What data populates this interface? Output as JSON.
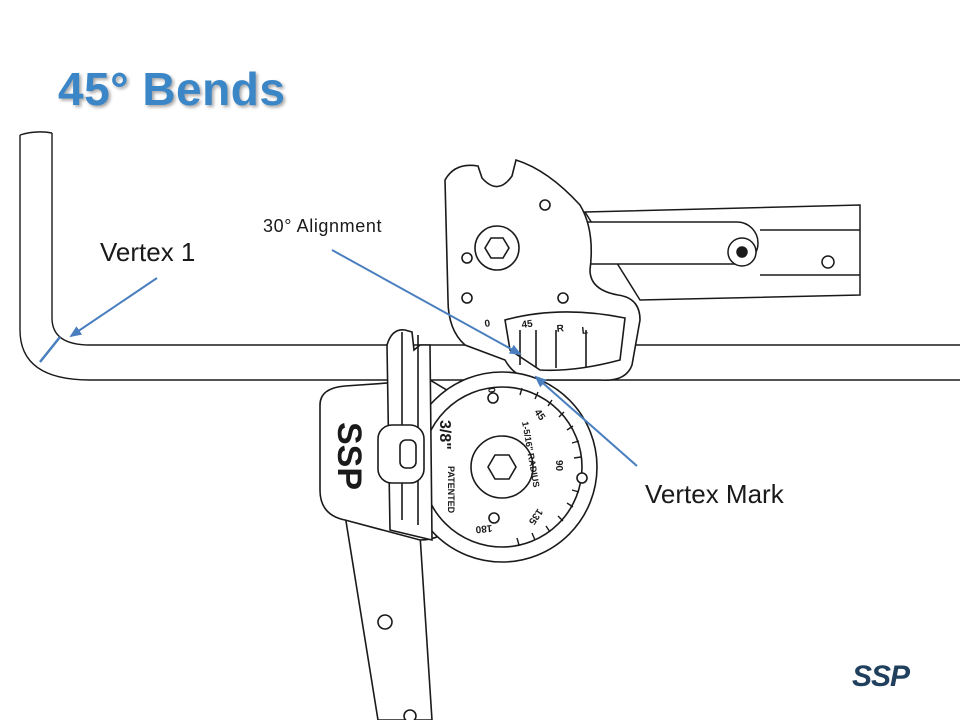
{
  "slide": {
    "title": "45° Bends",
    "labels": {
      "vertex_1": "Vertex 1",
      "alignment": "30° Alignment",
      "vertex_mark": "Vertex Mark"
    },
    "logo_text": "SSP"
  },
  "tool": {
    "gauge_marks": [
      "0",
      "45",
      "R",
      "L"
    ],
    "dial_text": [
      "3/8\"",
      "1-5/16\" RADIUS",
      "PATENTED",
      "SSP"
    ],
    "dial_degrees": [
      "0",
      "45",
      "90",
      "135",
      "180"
    ]
  },
  "colors": {
    "title": "#3b86c6",
    "arrow": "#4a7fbf",
    "outline": "#1a1a1a"
  }
}
